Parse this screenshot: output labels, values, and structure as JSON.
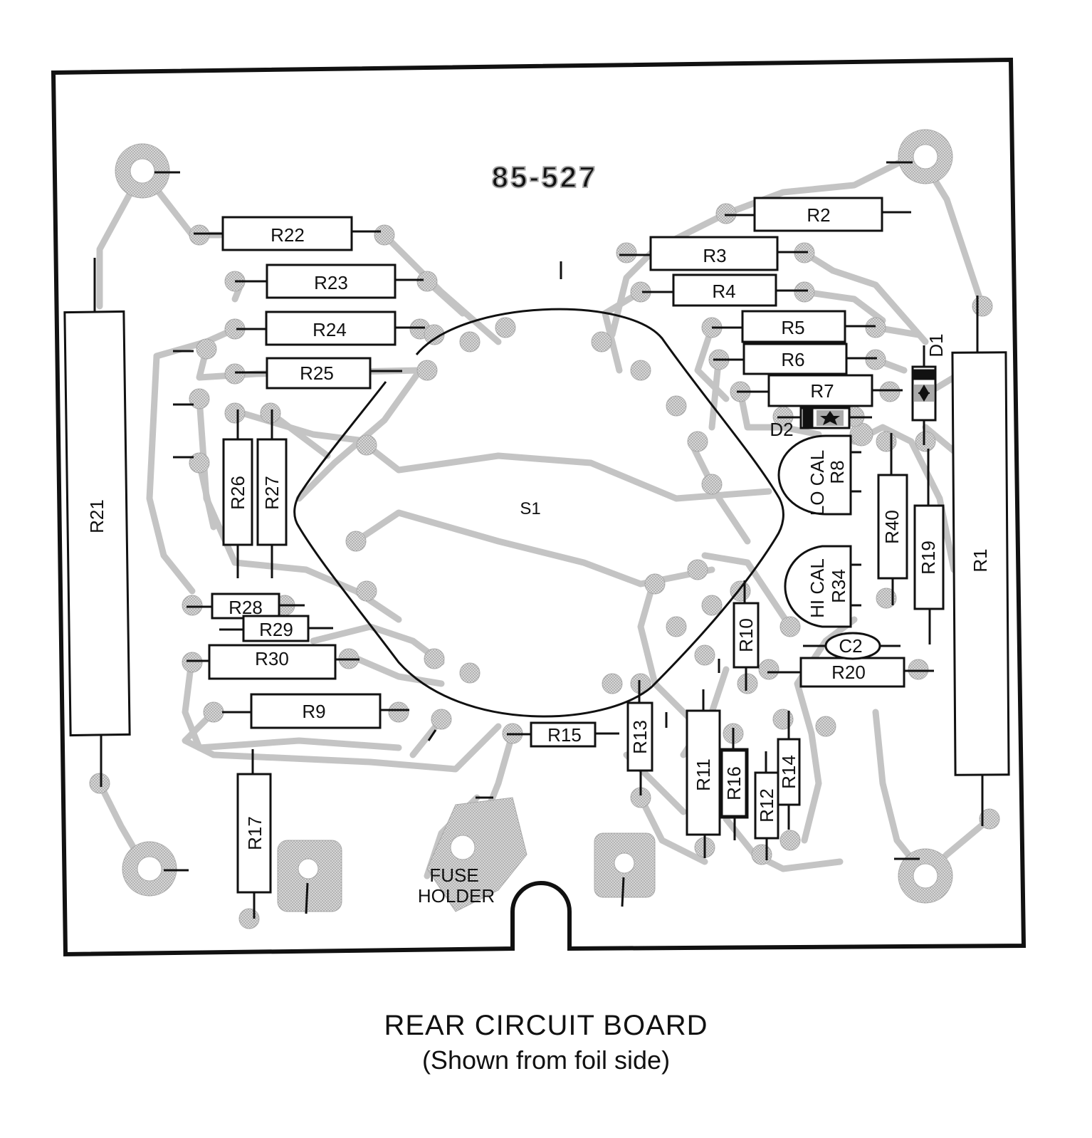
{
  "board_number": "85-527",
  "switch": {
    "label": "S1"
  },
  "fuse_holder": {
    "line1": "FUSE",
    "line2": "HOLDER"
  },
  "resistors": [
    {
      "id": "r1",
      "label": "R1"
    },
    {
      "id": "r2",
      "label": "R2"
    },
    {
      "id": "r3",
      "label": "R3"
    },
    {
      "id": "r4",
      "label": "R4"
    },
    {
      "id": "r5",
      "label": "R5"
    },
    {
      "id": "r6",
      "label": "R6"
    },
    {
      "id": "r7",
      "label": "R7"
    },
    {
      "id": "r9",
      "label": "R9"
    },
    {
      "id": "r10",
      "label": "R10"
    },
    {
      "id": "r11",
      "label": "R11"
    },
    {
      "id": "r12",
      "label": "R12"
    },
    {
      "id": "r13",
      "label": "R13"
    },
    {
      "id": "r14",
      "label": "R14"
    },
    {
      "id": "r15",
      "label": "R15"
    },
    {
      "id": "r16",
      "label": "R16"
    },
    {
      "id": "r17",
      "label": "R17"
    },
    {
      "id": "r19",
      "label": "R19"
    },
    {
      "id": "r20",
      "label": "R20"
    },
    {
      "id": "r21",
      "label": "R21"
    },
    {
      "id": "r22",
      "label": "R22"
    },
    {
      "id": "r23",
      "label": "R23"
    },
    {
      "id": "r24",
      "label": "R24"
    },
    {
      "id": "r25",
      "label": "R25"
    },
    {
      "id": "r26",
      "label": "R26"
    },
    {
      "id": "r27",
      "label": "R27"
    },
    {
      "id": "r28",
      "label": "R28"
    },
    {
      "id": "r29",
      "label": "R29"
    },
    {
      "id": "r30",
      "label": "R30"
    },
    {
      "id": "r40",
      "label": "R40"
    }
  ],
  "trimmers": [
    {
      "id": "r8",
      "name": "LO CAL",
      "label": "R8"
    },
    {
      "id": "r34",
      "name": "HI CAL",
      "label": "R34"
    }
  ],
  "diodes": [
    {
      "id": "d1",
      "label": "D1"
    },
    {
      "id": "d2",
      "label": "D2"
    }
  ],
  "capacitors": [
    {
      "id": "c2",
      "label": "C2"
    }
  ],
  "caption": {
    "title": "REAR CIRCUIT BOARD",
    "subtitle": "(Shown from foil side)"
  },
  "colors": {
    "ink": "#111111",
    "foil": "#b8b8b8",
    "paper": "#ffffff"
  }
}
